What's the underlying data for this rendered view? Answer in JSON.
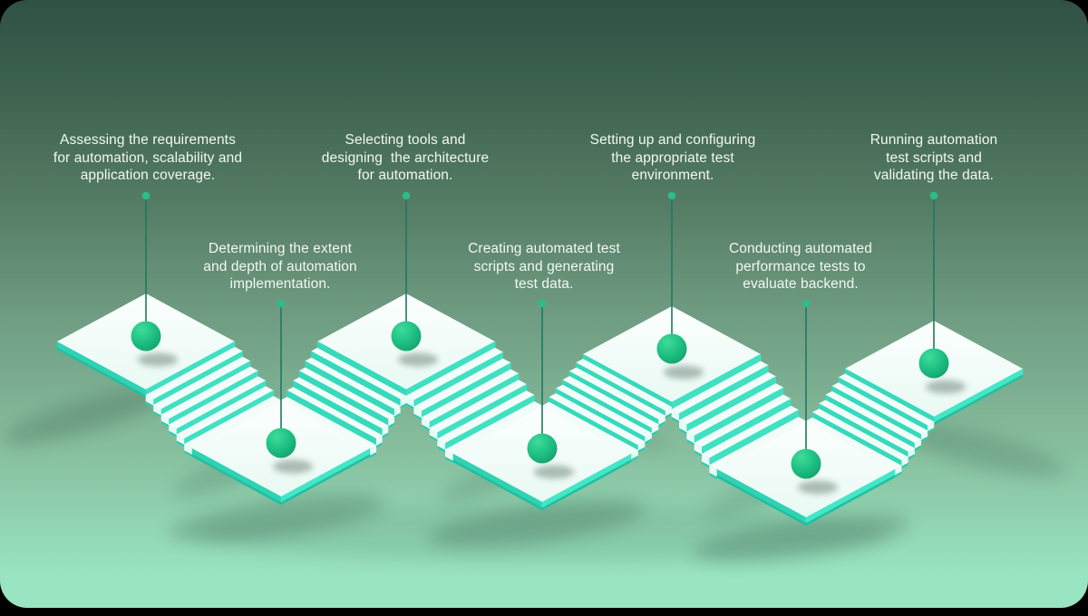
{
  "figure": {
    "type": "isometric-staircase-process",
    "steps": [
      {
        "id": 1,
        "row": "top",
        "label": "Assessing the requirements\nfor automation, scalability and\napplication coverage."
      },
      {
        "id": 2,
        "row": "bottom",
        "label": "Determining the extent\nand depth of automation\nimplementation."
      },
      {
        "id": 3,
        "row": "top",
        "label": "Selecting tools and\ndesigning  the architecture\nfor automation."
      },
      {
        "id": 4,
        "row": "bottom",
        "label": "Creating automated test\nscripts and generating\ntest data."
      },
      {
        "id": 5,
        "row": "top",
        "label": "Setting up and configuring\nthe appropriate test\nenvironment."
      },
      {
        "id": 6,
        "row": "bottom",
        "label": "Conducting automated\nperformance tests to\nevaluate backend."
      },
      {
        "id": 7,
        "row": "top",
        "label": "Running automation\ntest scripts and\nvalidating the data."
      }
    ]
  },
  "colors": {
    "frame": "#000000",
    "background_gradient": [
      "#305244",
      "#3d6350",
      "#547b63",
      "#6f9c82",
      "#87bf9e",
      "#99e4c1"
    ],
    "platform_top_light": "#fcfffe",
    "platform_top": "#e9f9f3",
    "platform_side_se": "#43e6c7",
    "platform_side_sw": "#2fd2b3",
    "platform_edge_dark": "#22bf9f",
    "stair_riser_se": "#40e0c2",
    "stair_riser_sw": "#36d9bb",
    "stair_flank": "#e9faf4",
    "stair_flank_edge": "#2cc9ab",
    "sphere_light": "#3fdc9a",
    "sphere_mid": "#1fc184",
    "sphere_dark": "#0e9562",
    "connector_line": "#1e7a61",
    "connector_dot": "#2bbd8a",
    "label_text": "#f2f7f3",
    "shadow": "#1c3e2f"
  }
}
